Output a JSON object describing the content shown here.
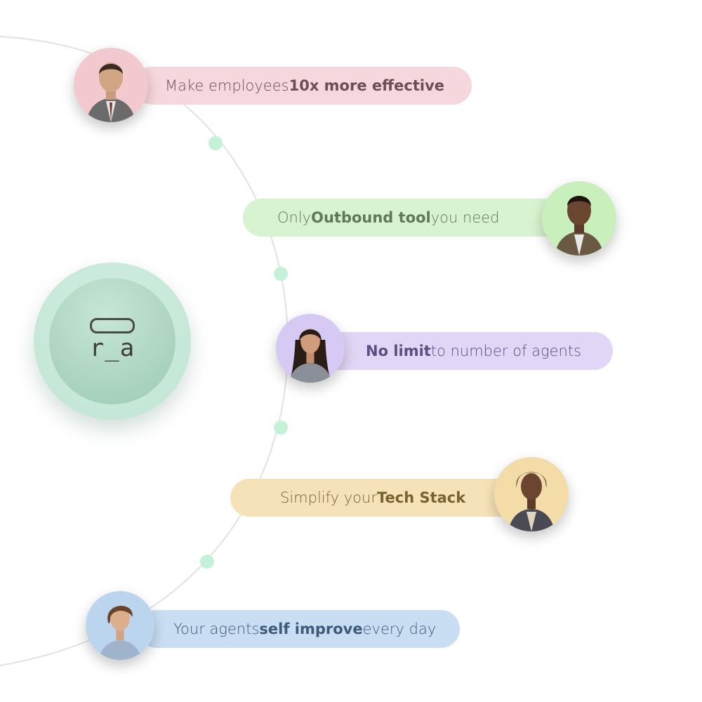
{
  "logo": {
    "mark": "r_a",
    "accent": "#9bcab3"
  },
  "items": [
    {
      "prefix": "Make employees ",
      "bold": "10x more effective",
      "suffix": "",
      "bg": "#f6d7dd",
      "fg": "#6e4e55",
      "avatar_bg": "#f2c9cf",
      "avatar_icon": "man-avatar-icon"
    },
    {
      "prefix": "Only ",
      "bold": "Outbound tool",
      "suffix": " you need",
      "bg": "#d8f3cf",
      "fg": "#5f7a54",
      "avatar_bg": "#c9efbd",
      "avatar_icon": "man-avatar-icon"
    },
    {
      "prefix": "",
      "bold": "No limit",
      "suffix": " to number of agents",
      "bg": "#e1d6f5",
      "fg": "#5b4f80",
      "avatar_bg": "#d6c9f3",
      "avatar_icon": "woman-avatar-icon"
    },
    {
      "prefix": "Simplify your ",
      "bold": "Tech Stack",
      "suffix": "",
      "bg": "#f6e2b8",
      "fg": "#7a6230",
      "avatar_bg": "#f3dca8",
      "avatar_icon": "woman-avatar-icon"
    },
    {
      "prefix": "Your agents ",
      "bold": "self improve",
      "suffix": " every day",
      "bg": "#c9def3",
      "fg": "#3f5a78",
      "avatar_bg": "#bcd5ef",
      "avatar_icon": "woman-avatar-icon"
    }
  ]
}
